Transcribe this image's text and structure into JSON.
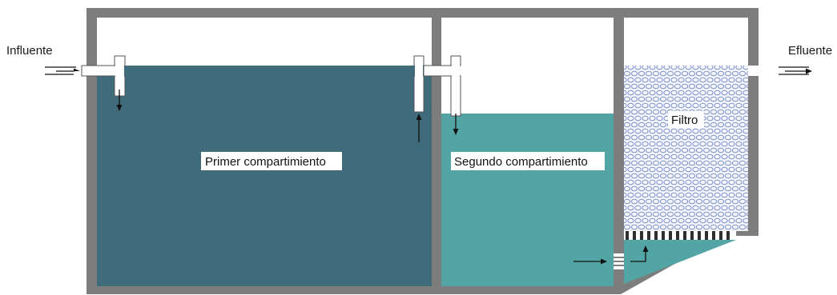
{
  "labels": {
    "influent": "Influente",
    "effluent": "Efluente",
    "compartment_1": "Primer compartimiento",
    "compartment_2": "Segundo compartimiento",
    "filter": "Filtro"
  },
  "colors": {
    "wall": "#7d7d7d",
    "compartment_1_water": "#3f6b7b",
    "compartment_2_water": "#52a5a4",
    "filter_bg": "#f4f6fb",
    "filter_pattern": "#7a8fcc",
    "arrow": "#111111",
    "label_box": "#ffffff"
  }
}
